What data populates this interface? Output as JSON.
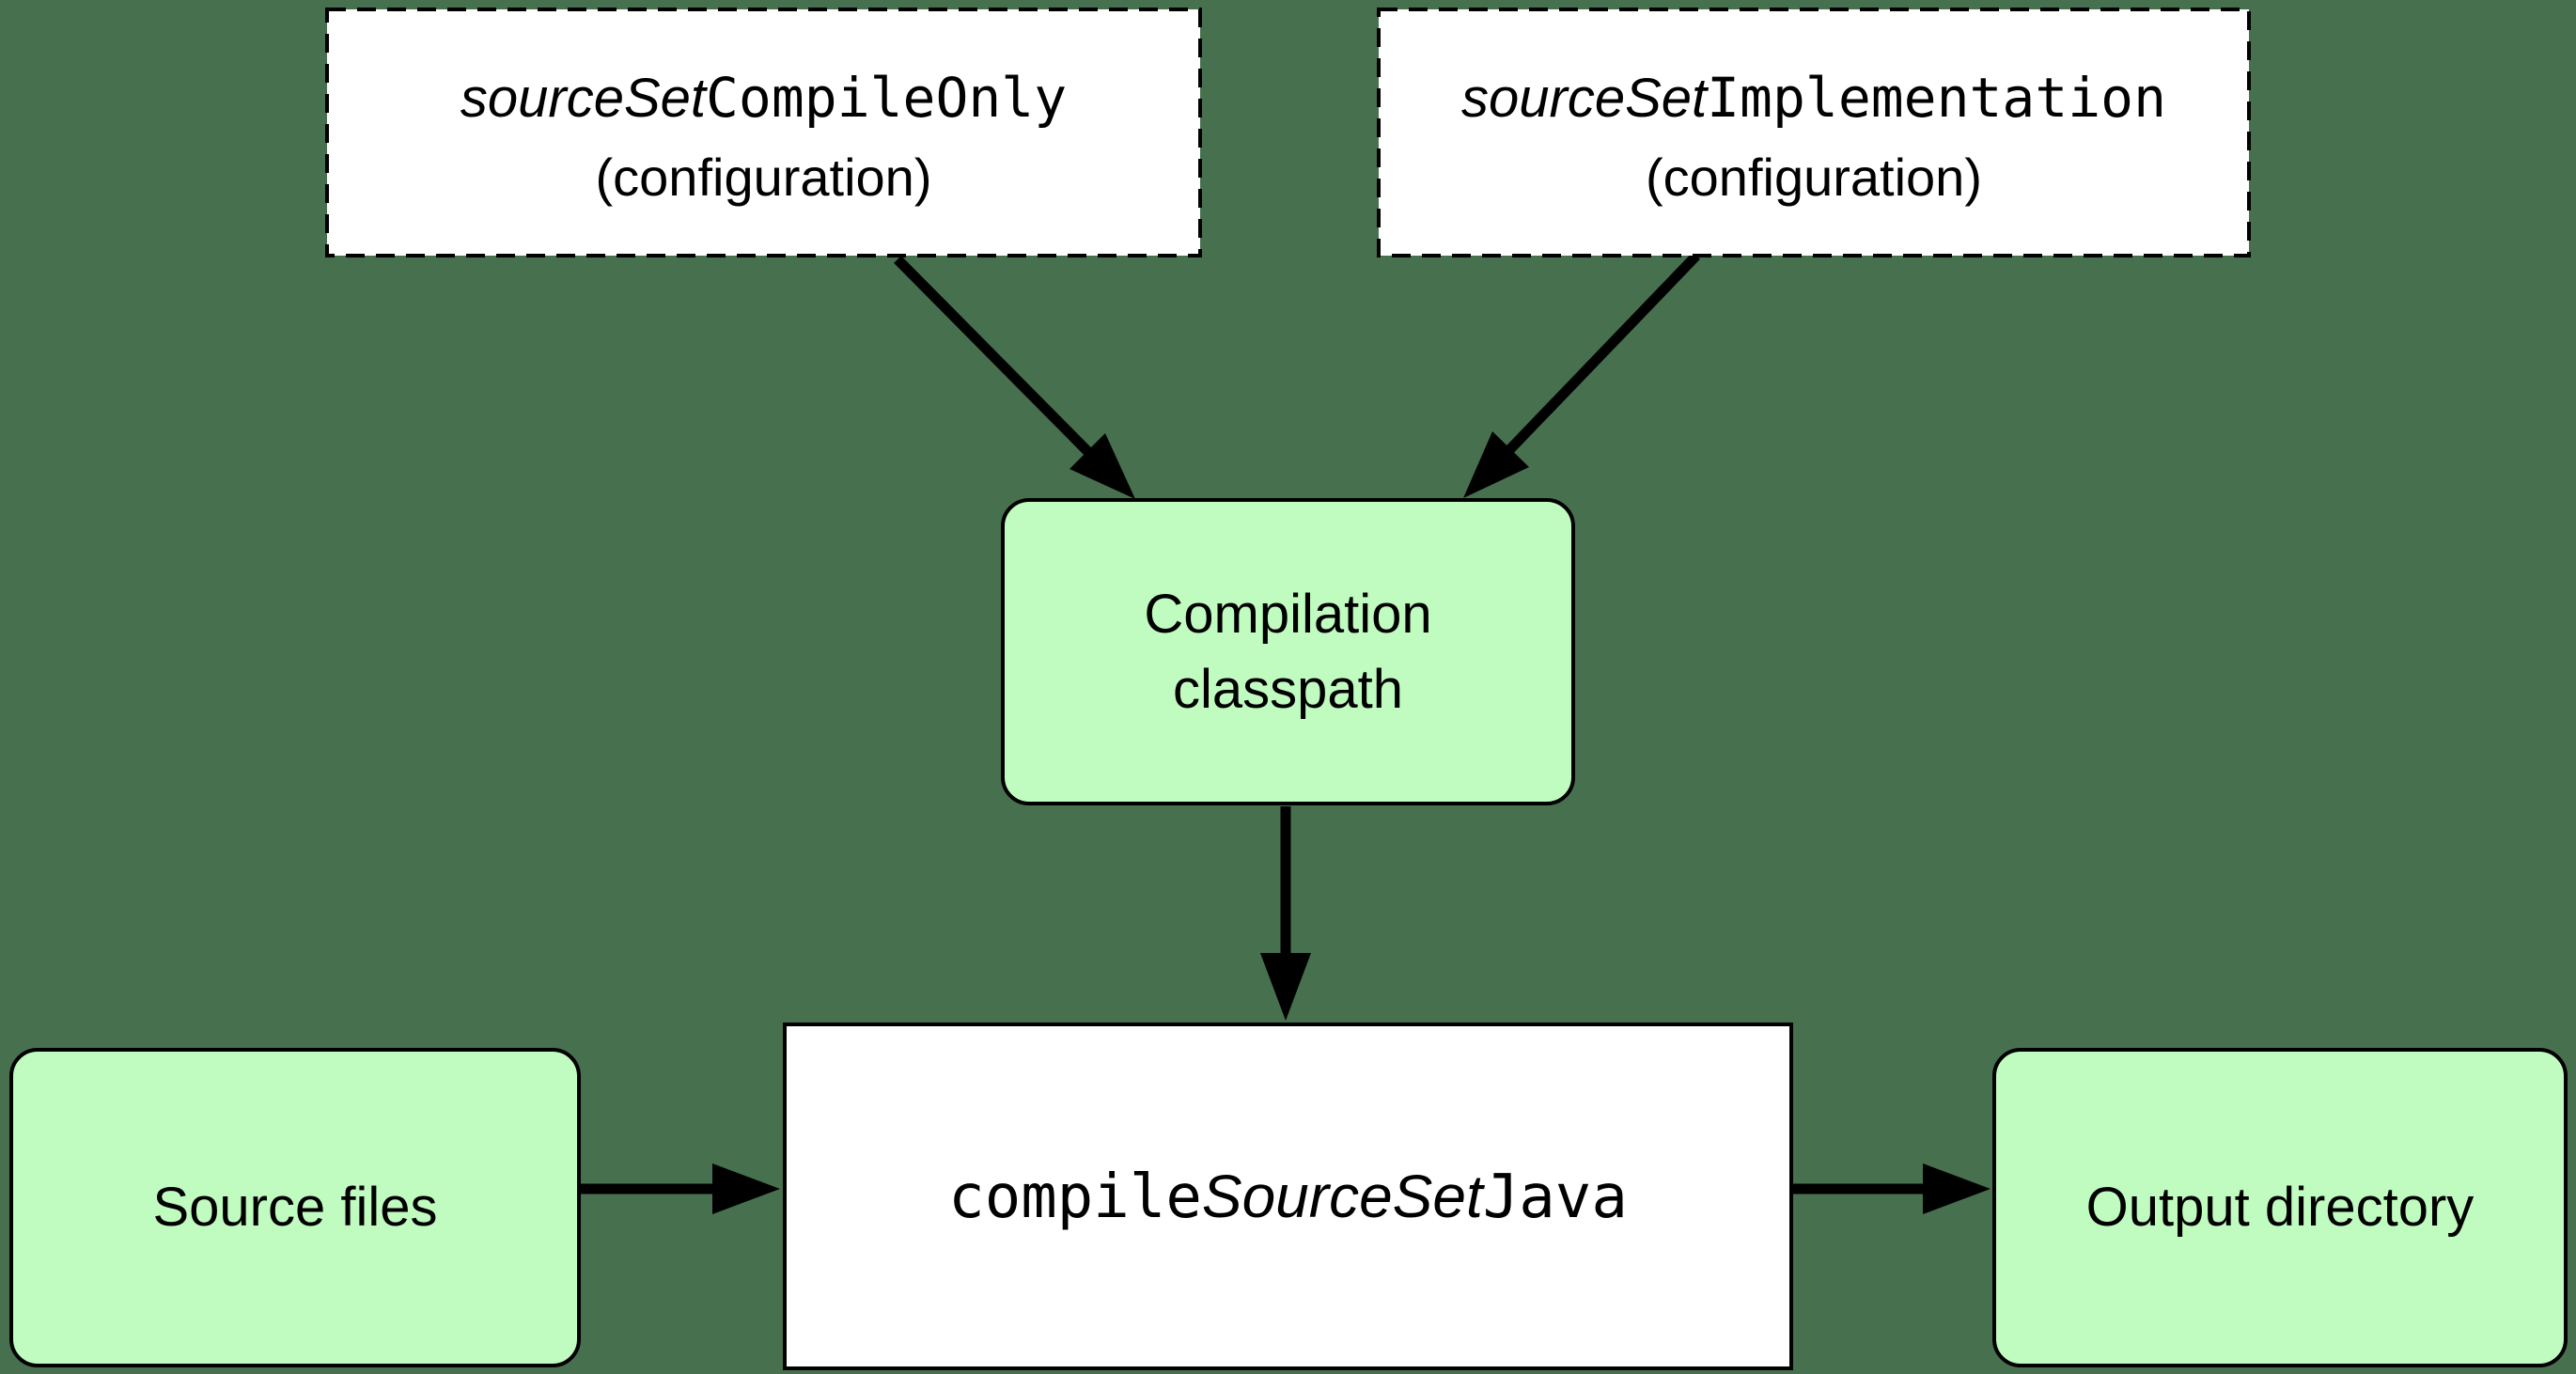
{
  "diagram": {
    "type": "flowchart",
    "description": "Java source set compilation flow"
  },
  "colors": {
    "background": "#47704E",
    "node_green": "#C0FCC0",
    "node_white": "#FFFFFF",
    "stroke": "#000000"
  },
  "nodes": {
    "compile_only": {
      "id": "sourceSetCompileOnly",
      "title_italic": "sourceSet",
      "title_mono": "CompileOnly",
      "subtitle": "(configuration)"
    },
    "implementation": {
      "id": "sourceSetImplementation",
      "title_italic": "sourceSet",
      "title_mono": "Implementation",
      "subtitle": "(configuration)"
    },
    "classpath": {
      "line1": "Compilation",
      "line2": "classpath"
    },
    "source_files": {
      "label": "Source files"
    },
    "compile_task": {
      "mono_prefix": "compile",
      "italic": "SourceSet",
      "mono_suffix": "Java"
    },
    "output_directory": {
      "label": "Output directory"
    }
  },
  "edges": [
    {
      "from": "sourceSetCompileOnly (configuration)",
      "to": "Compilation classpath"
    },
    {
      "from": "sourceSetImplementation (configuration)",
      "to": "Compilation classpath"
    },
    {
      "from": "Compilation classpath",
      "to": "compileSourceSetJava"
    },
    {
      "from": "Source files",
      "to": "compileSourceSetJava"
    },
    {
      "from": "compileSourceSetJava",
      "to": "Output directory"
    }
  ]
}
